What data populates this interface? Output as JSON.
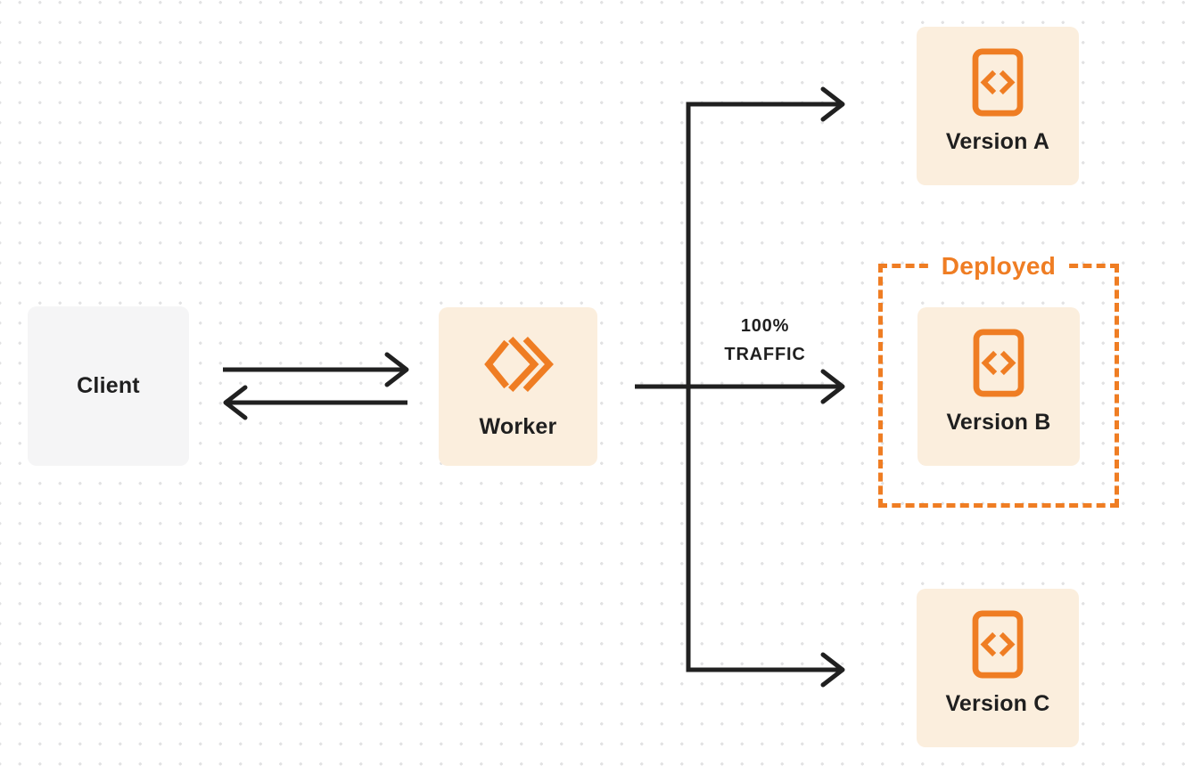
{
  "diagram": {
    "colors": {
      "accent_orange": "#EF7D23",
      "node_cream_bg": "#FBEEDD",
      "client_gray_bg": "#F5F5F6",
      "arrow_dark": "#202020",
      "dot_grid": "#E2E2E3"
    },
    "nodes": {
      "client": {
        "label": "Client"
      },
      "worker": {
        "label": "Worker",
        "icon": "cloudflare-workers-icon"
      },
      "versions": [
        {
          "label": "Version A",
          "icon": "code-file-icon"
        },
        {
          "label": "Version B",
          "icon": "code-file-icon",
          "deployed": true
        },
        {
          "label": "Version C",
          "icon": "code-file-icon"
        }
      ]
    },
    "deployed_label": "Deployed",
    "traffic_label": {
      "line1": "100%",
      "line2": "TRAFFIC"
    }
  }
}
